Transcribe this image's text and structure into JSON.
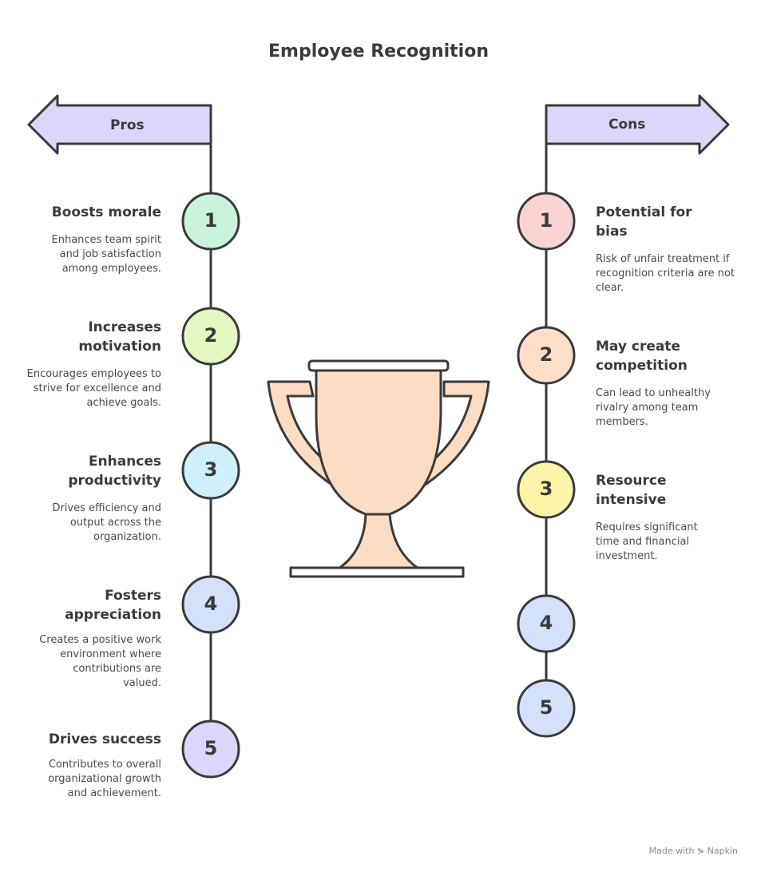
{
  "title": "Employee Recognition",
  "pros": {
    "label": "Pros",
    "items": [
      {
        "number": "1",
        "title": "Boosts morale",
        "description": "Enhances team spirit and job satisfaction among employees.",
        "color": "#c9f3da"
      },
      {
        "number": "2",
        "title": "Increases motivation",
        "description": "Encourages employees to strive for excellence and achieve goals.",
        "color": "#e3f7c0"
      },
      {
        "number": "3",
        "title": "Enhances productivity",
        "description": "Drives efficiency and output across the organization.",
        "color": "#cfeffa"
      },
      {
        "number": "4",
        "title": "Fosters appreciation",
        "description": "Creates a positive work environment where contributions are valued.",
        "color": "#d3e1fa"
      },
      {
        "number": "5",
        "title": "Drives success",
        "description": "Contributes to overall organizational growth and achievement.",
        "color": "#ddd6fb"
      }
    ]
  },
  "cons": {
    "label": "Cons",
    "items": [
      {
        "number": "1",
        "title": "Potential for bias",
        "description": "Risk of unfair treatment if recognition criteria are not clear.",
        "color": "#fbd3d3"
      },
      {
        "number": "2",
        "title": "May create competition",
        "description": "Can lead to unhealthy rivalry among team members.",
        "color": "#fddfc9"
      },
      {
        "number": "3",
        "title": "Resource intensive",
        "description": "Requires significant time and financial investment.",
        "color": "#fbf3a8"
      },
      {
        "number": "4",
        "title": "",
        "description": "",
        "color": "#d3e1fa"
      },
      {
        "number": "5",
        "title": "",
        "description": "",
        "color": "#d3e1fa"
      }
    ]
  },
  "colors": {
    "arrow_fill": "#ddd6fb",
    "trophy_fill": "#fddcc4",
    "stroke": "#3a3a3a"
  },
  "footer": "Made with ⋟ Napkin"
}
